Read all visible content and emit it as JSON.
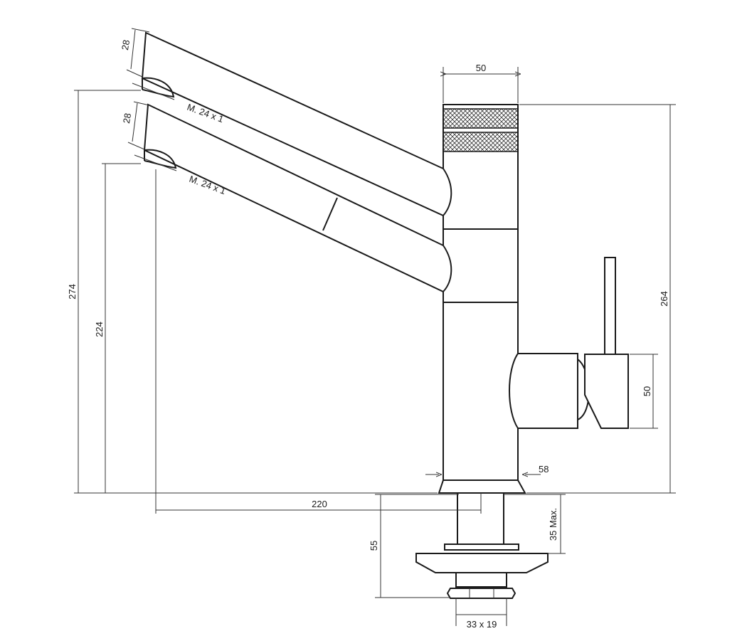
{
  "drawing": {
    "colors": {
      "line": "#1a1a1a",
      "dimension": "#333333",
      "background": "#ffffff"
    },
    "dimensions": {
      "spout_thickness_upper": "28",
      "spout_thread_upper": "M. 24 x 1",
      "spout_thickness_lower": "28",
      "spout_thread_lower": "M. 24 x 1",
      "body_width_top": "50",
      "height_upper_spout": "274",
      "height_lower_spout": "224",
      "total_body_height": "264",
      "handle_height": "50",
      "base_width": "58",
      "reach": "220",
      "shank_length": "55",
      "max_deck_thickness": "35 Max.",
      "nut_size": "33 x 19"
    }
  }
}
